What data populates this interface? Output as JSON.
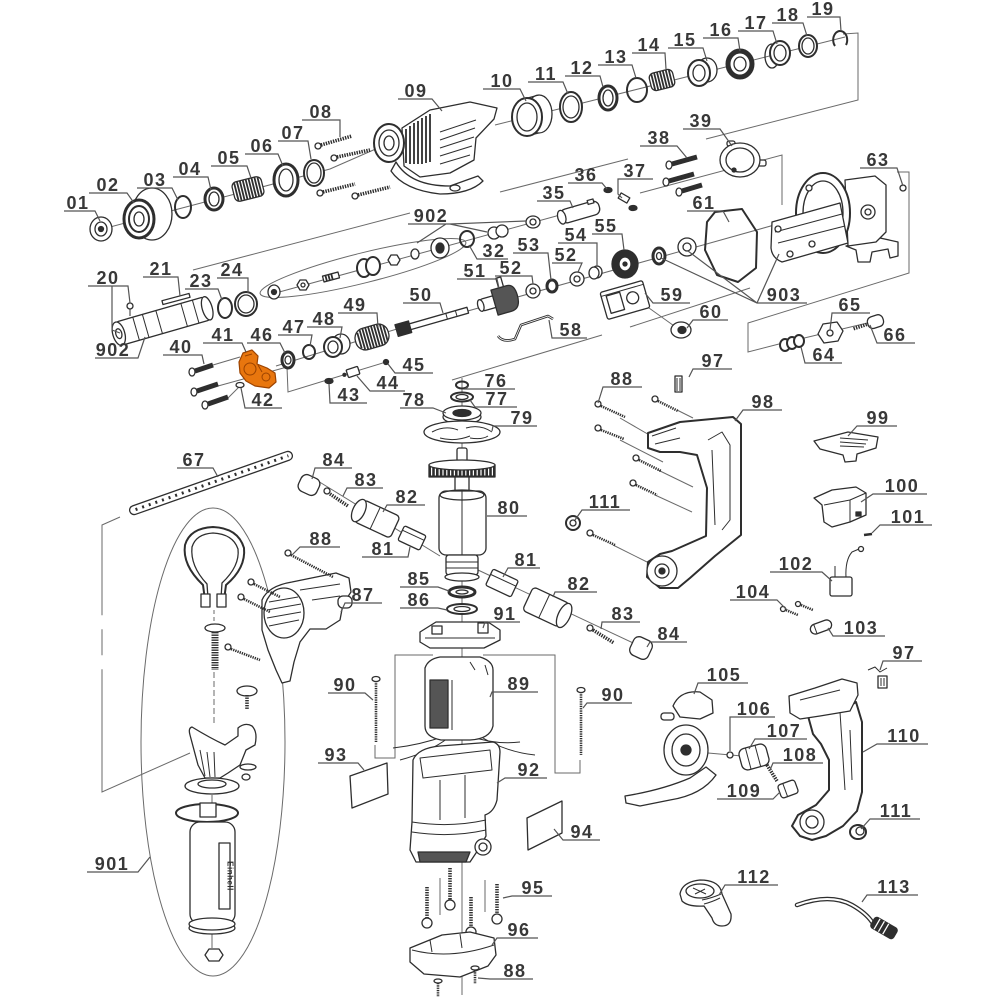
{
  "diagram": {
    "highlighted_part": "41",
    "highlight_color": "#e8760e",
    "handle_logo": "Einhell",
    "callouts": [
      "01",
      "02",
      "03",
      "04",
      "05",
      "06",
      "07",
      "08",
      "09",
      "10",
      "11",
      "12",
      "13",
      "14",
      "15",
      "16",
      "17",
      "18",
      "19",
      "20",
      "21",
      "23",
      "24",
      "902",
      "902",
      "32",
      "35",
      "36",
      "37",
      "38",
      "39",
      "40",
      "41",
      "42",
      "43",
      "44",
      "45",
      "46",
      "47",
      "48",
      "49",
      "50",
      "51",
      "52",
      "52",
      "53",
      "54",
      "55",
      "58",
      "59",
      "60",
      "61",
      "63",
      "903",
      "64",
      "65",
      "66",
      "67",
      "76",
      "77",
      "78",
      "79",
      "80",
      "81",
      "81",
      "82",
      "82",
      "83",
      "83",
      "84",
      "84",
      "85",
      "86",
      "87",
      "88",
      "88",
      "88",
      "89",
      "90",
      "90",
      "91",
      "92",
      "93",
      "94",
      "95",
      "96",
      "97",
      "97",
      "98",
      "99",
      "100",
      "101",
      "102",
      "103",
      "104",
      "105",
      "106",
      "107",
      "108",
      "109",
      "110",
      "111",
      "111",
      "112",
      "113",
      "901"
    ]
  }
}
